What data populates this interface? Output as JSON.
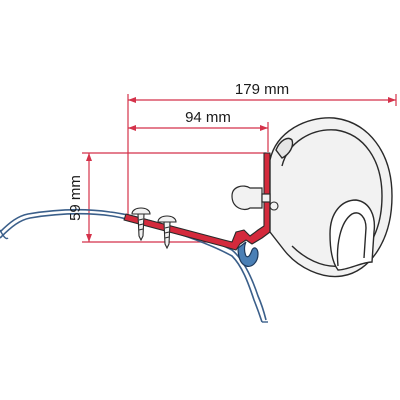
{
  "dimensions": {
    "width_total": "179 mm",
    "width_offset": "94 mm",
    "height": "59 mm"
  },
  "colors": {
    "dimension_line": "#d4324a",
    "bracket": "#d42a3c",
    "outline": "#2a2a2a",
    "clip": "#4a7fb5",
    "vehicle_body": "#3b5f8a",
    "housing_fill": "#f2f2f2"
  }
}
